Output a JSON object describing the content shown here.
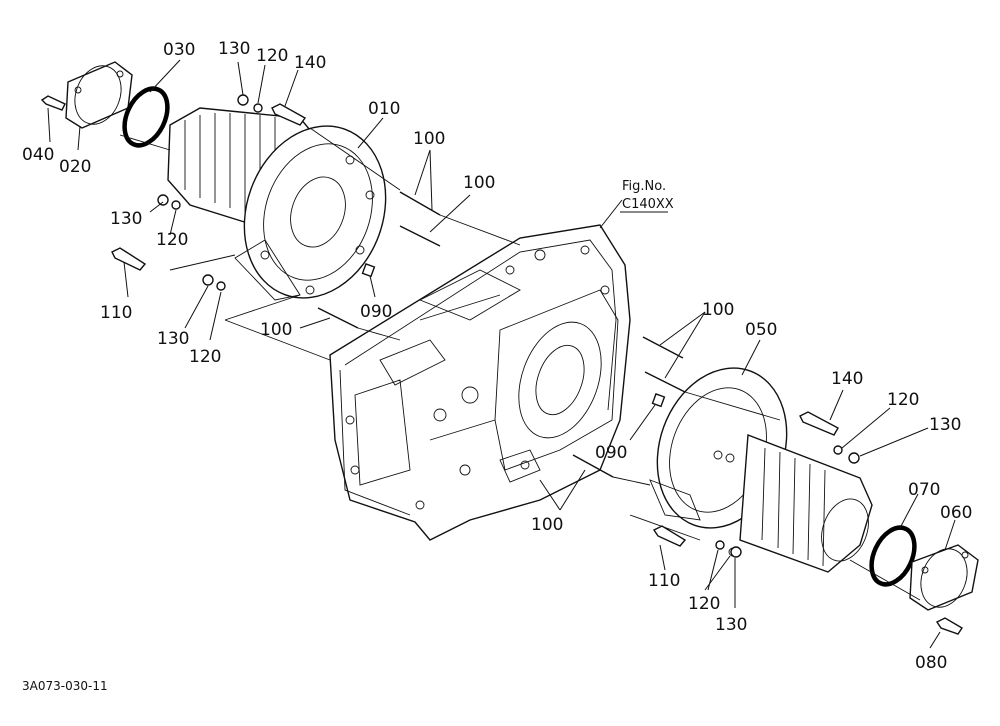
{
  "parts": [
    {
      "id": "p030",
      "number": "030"
    },
    {
      "id": "p130a",
      "number": "130"
    },
    {
      "id": "p120a",
      "number": "120"
    },
    {
      "id": "p140a",
      "number": "140"
    },
    {
      "id": "p010",
      "number": "010"
    },
    {
      "id": "p040",
      "number": "040"
    },
    {
      "id": "p020",
      "number": "020"
    },
    {
      "id": "p100a",
      "number": "100"
    },
    {
      "id": "p100b",
      "number": "100"
    },
    {
      "id": "p130b",
      "number": "130"
    },
    {
      "id": "p120b",
      "number": "120"
    },
    {
      "id": "p110a",
      "number": "110"
    },
    {
      "id": "p090a",
      "number": "090"
    },
    {
      "id": "p130c",
      "number": "130"
    },
    {
      "id": "p120c",
      "number": "120"
    },
    {
      "id": "p100c",
      "number": "100"
    },
    {
      "id": "p100d",
      "number": "100"
    },
    {
      "id": "p050",
      "number": "050"
    },
    {
      "id": "p140b",
      "number": "140"
    },
    {
      "id": "p120d",
      "number": "120"
    },
    {
      "id": "p130d",
      "number": "130"
    },
    {
      "id": "p090b",
      "number": "090"
    },
    {
      "id": "p070",
      "number": "070"
    },
    {
      "id": "p060",
      "number": "060"
    },
    {
      "id": "p100e",
      "number": "100"
    },
    {
      "id": "p110b",
      "number": "110"
    },
    {
      "id": "p120e",
      "number": "120"
    },
    {
      "id": "p130e",
      "number": "130"
    },
    {
      "id": "p080",
      "number": "080"
    }
  ],
  "figure_reference": {
    "line1": "Fig.No.",
    "line2": "C140XX"
  },
  "drawing_code": "3A073-030-11"
}
